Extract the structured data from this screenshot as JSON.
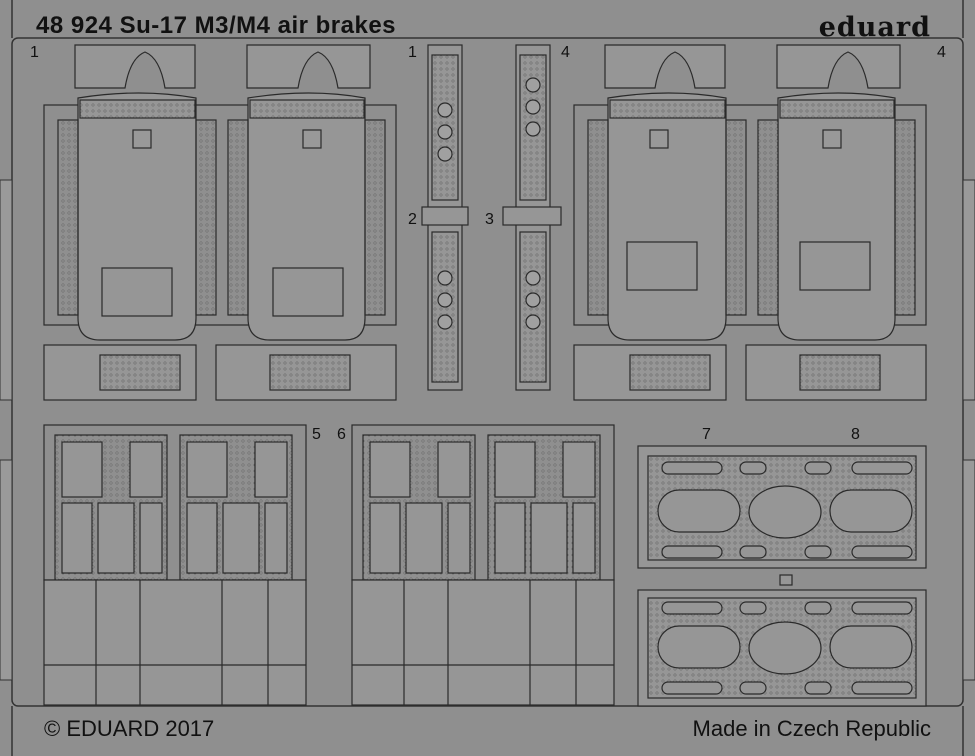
{
  "title": "48 924  Su-17 M3/M4 air brakes",
  "brand": "eduard",
  "copyright": "© EDUARD 2017",
  "origin": "Made in Czech Republic",
  "part_numbers": {
    "p1_left": "1",
    "p1_top": "1",
    "p2": "2",
    "p3": "3",
    "p4_top": "4",
    "p4_right": "4",
    "p5": "5",
    "p6": "6",
    "p7": "7",
    "p8": "8"
  },
  "colors": {
    "fret": "#8f8f8f",
    "part_fill": "#959595",
    "edge": "#2a2a2a",
    "rivet": "#bdbdbd"
  }
}
